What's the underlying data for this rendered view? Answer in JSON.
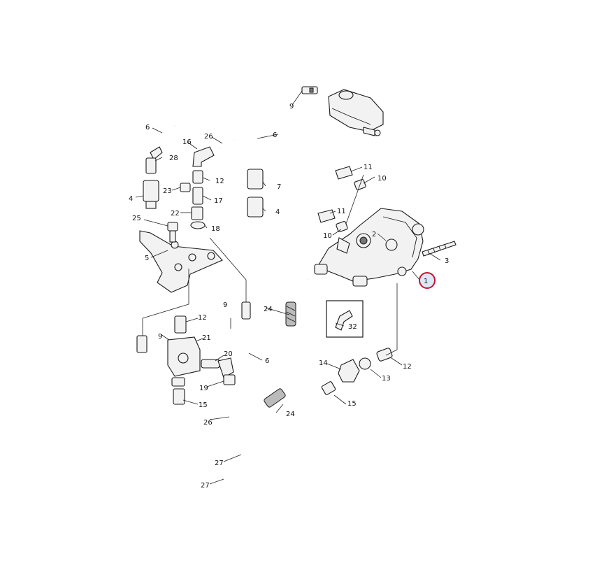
{
  "callouts": {
    "c1": "1",
    "c2": "2",
    "c3": "3",
    "c4a": "4",
    "c4b": "4",
    "c5": "5",
    "c6a": "6",
    "c6b": "6",
    "c6c": "6",
    "c7": "7",
    "c9a": "9",
    "c9b": "9",
    "c9c": "9",
    "c10a": "10",
    "c10b": "10",
    "c11a": "11",
    "c11b": "11",
    "c12a": "12",
    "c12b": "12",
    "c12c": "12",
    "c13": "13",
    "c14": "14",
    "c15a": "15",
    "c15b": "15",
    "c16": "16",
    "c17": "17",
    "c18": "18",
    "c19": "19",
    "c20": "20",
    "c21": "21",
    "c22": "22",
    "c23": "23",
    "c24a": "24",
    "c24b": "24",
    "c25": "25",
    "c26a": "26",
    "c26b": "26",
    "c27a": "27",
    "c27b": "27",
    "c28": "28",
    "c32": "32"
  },
  "highlight_color": "#c8102e"
}
